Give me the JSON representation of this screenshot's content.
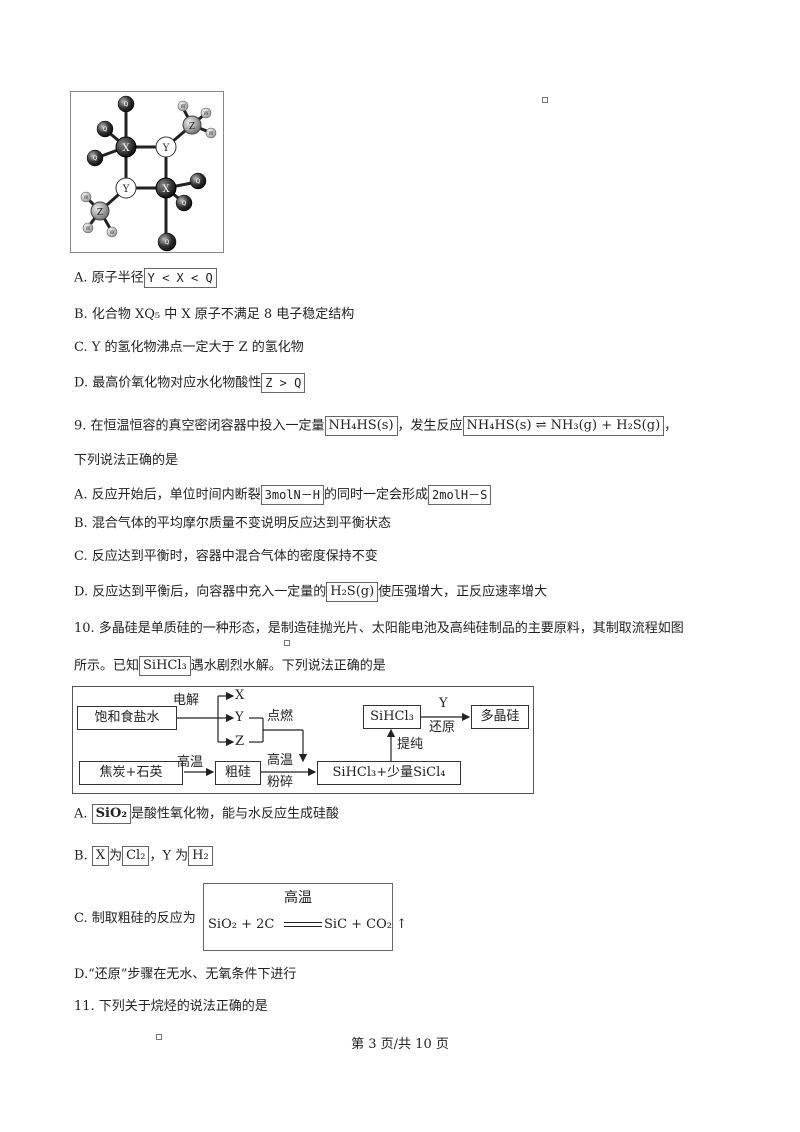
{
  "figure": {
    "labels": {
      "x1": "X",
      "x2": "X",
      "y1": "Y",
      "y2": "Y",
      "z1": "Z",
      "z2": "Z",
      "q": "Q",
      "w": "W"
    }
  },
  "q8": {
    "a": {
      "prefix": "A.  原子半径",
      "box": "Y < X < Q"
    },
    "b": {
      "text": "B.  化合物  XQ₅ 中  X 原子不满足  8 电子稳定结构"
    },
    "c": {
      "text": "C. Y 的氢化物沸点一定大于  Z 的氢化物"
    },
    "d": {
      "prefix": "D.  最高价氧化物对应水化物酸性",
      "box": "Z > Q"
    }
  },
  "q9": {
    "stem_a": "9.  在恒温恒容的真空密闭容器中投入一定量",
    "box1": "NH₄HS(s)",
    "stem_b": "，发生反应",
    "box2": "NH₄HS(s) ⇌ NH₃(g) + H₂S(g)",
    "stem_c": "，",
    "stem_line2": "下列说法正确的是",
    "a": {
      "p1": "A.  反应开始后，单位时间内断裂",
      "box1": "3molN－H",
      "p2": "的同时一定会形成",
      "box2": "2molH－S"
    },
    "b": "B.  混合气体的平均摩尔质量不变说明反应达到平衡状态",
    "c": "C.  反应达到平衡时，容器中混合气体的密度保持不变",
    "d": {
      "p1": "D.  反应达到平衡后，向容器中充入一定量的",
      "box": "H₂S(g)",
      "p2": "使压强增大，正反应速率增大"
    }
  },
  "q10": {
    "line1": "10.  多晶硅是单质硅的一种形态，是制造硅抛光片、太阳能电池及高纯硅制品的主要原料，其制取流程如图",
    "line2_a": "所示。已知",
    "line2_box": "SiHCl₃",
    "line2_b": "遇水剧烈水解。下列说法正确的是",
    "flow": {
      "brine": "饱和食盐水",
      "electrolysis": "电解",
      "x": "X",
      "y": "Y",
      "z": "Z",
      "ignite": "点燃",
      "coke_quartz": "焦炭+石英",
      "high_temp1": "高温",
      "crude_si": "粗硅",
      "high_temp2": "高温",
      "crush": "粉碎",
      "mixture": "SiHCl₃+少量SiCl₄",
      "purify": "提纯",
      "sihcl3": "SiHCl₃",
      "y_top": "Y",
      "reduce": "还原",
      "poly_si": "多晶硅"
    },
    "a": {
      "prefix": "A.",
      "box": "SiO₂",
      "text": "是酸性氧化物，能与水反应生成硅酸"
    },
    "b": {
      "prefix": "B.",
      "box1": "X",
      "mid1": "为",
      "box2": "Cl₂",
      "mid2": "，Y 为",
      "box3": "H₂"
    },
    "c": {
      "prefix": "C.  制取粗硅的反应为",
      "cond": "高温",
      "eq_left": "SiO₂ + 2C",
      "eq_right": "SiC + CO₂ ↑"
    },
    "d": "D.“还原”步骤在无水、无氧条件下进行"
  },
  "q11": {
    "stem": "11.  下列关于烷烃的说法正确的是"
  },
  "footer": "第  3 页/共  10 页"
}
